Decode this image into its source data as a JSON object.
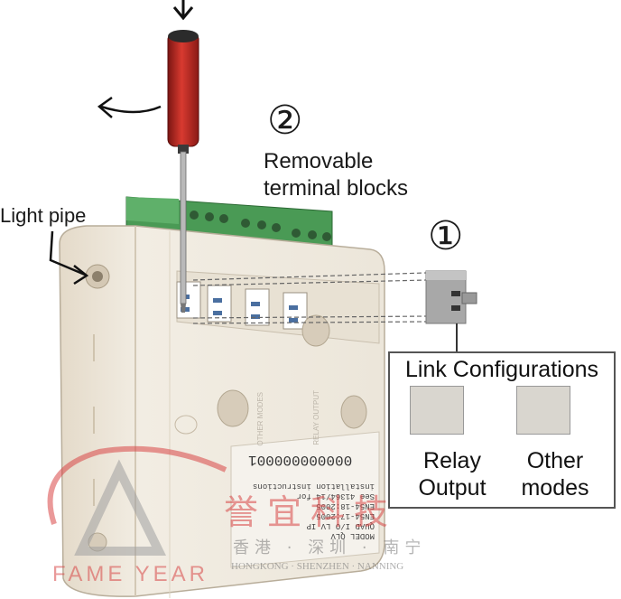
{
  "labels": {
    "light_pipe": "Light pipe",
    "removable": "Removable",
    "terminal_blocks": "terminal blocks",
    "step1": "①",
    "step2": "②"
  },
  "link_config": {
    "title": "Link Configurations",
    "relay_line1": "Relay",
    "relay_line2": "Output",
    "other_line1": "Other",
    "other_line2": "modes"
  },
  "device": {
    "serial": "000000000001",
    "model_lines": [
      "MODEL QLV",
      "QUAD I/O LV IP",
      "EN54-17:2005",
      "EN54-18:2005",
      "See 41364/14 for",
      "installation instructions"
    ],
    "side_other": "OTHER MODES",
    "side_relay": "RELAY OUTPUT"
  },
  "watermark": {
    "chinese": "誉宜科技",
    "cities_cn": "香港 · 深圳 · 南宁",
    "cities_en": "HONGKONG · SHENZHEN · NANNING",
    "brand": "FAME YEAR"
  },
  "colors": {
    "terminal_green": "#4a9a55",
    "housing": "#eee8dc",
    "screwdriver_red": "#b0221f",
    "watermark_red": "#d94646"
  }
}
